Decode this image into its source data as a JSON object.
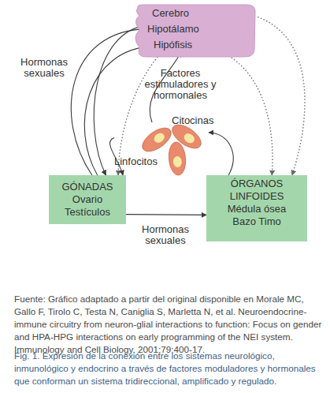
{
  "diagram": {
    "caption": "Fig. 1. Expresión de la conexión entre los sistemas neurológico, inmunológico y endocrino a través de factores moduladores y hormonales que conforman un sistema tridireccional, amplificado y regulado.",
    "nodes": [
      {
        "text": [
          "Cerebro"
        ]
      },
      {
        "text": [
          "Hipotálamo"
        ],
        "in": 0
      },
      {
        "text": [
          "Hipófisis"
        ],
        "in": 0
      },
      {
        "text": [
          "Linfocitos"
        ]
      },
      {
        "text": [
          "GÓNADAS",
          "Ovario Testículos"
        ]
      },
      {
        "text": [
          "ÓRGANOS LINFOIDES",
          "Médula ósea Bazo Timo"
        ]
      }
    ],
    "edges": [
      {
        "from": 4,
        "to": 1,
        "arrow": "to",
        "label": "Hormonas sexuales"
      },
      {
        "from": 4,
        "to": 2,
        "arrow": "to"
      },
      {
        "from": 1,
        "to": 4,
        "arrow": "to"
      },
      {
        "from": 2,
        "to": 4,
        "arrow": "to",
        "label": "Factores estimuladores y hormonales"
      },
      {
        "from": 0,
        "to": 5,
        "arrow": "to"
      },
      {
        "from": 2,
        "to": 5,
        "arrow": "to"
      },
      {
        "from": 3,
        "to": 2,
        "arrow": "to",
        "label": "Citocinas"
      },
      {
        "from": 3,
        "to": 4,
        "arrow": "to"
      },
      {
        "from": 5,
        "to": 3,
        "arrow": "to"
      },
      {
        "from": 4,
        "to": 5,
        "arrow": "to",
        "label": "Hormonas sexuales"
      }
    ],
    "labels": [
      "Fuente: Gráfico adaptado a partir del original disponible en Morale MC, Gallo F, Tirolo C, Testa N, Caniglia S, Marletta N, et al. Neuroendocrine-immune circuitry from neuron-glial interactions to function: Focus on gender and HPA-HPG interactions on early programming of the NEI system. Immunology and Cell Biology. 2001;79:400-17."
    ]
  }
}
